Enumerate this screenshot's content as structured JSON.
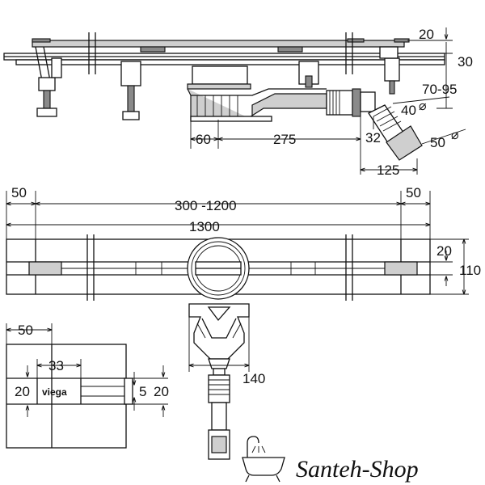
{
  "dimensions": {
    "side_view": {
      "d20": "20",
      "d30": "30",
      "d70_95": "70-95",
      "d40": "40",
      "d50": "50",
      "d32": "32",
      "d60": "60",
      "d275": "275",
      "d125": "125"
    },
    "top_view": {
      "d50_left": "50",
      "d50_right": "50",
      "d300_1200": "300 -1200",
      "d1300": "1300",
      "d20": "20",
      "d110": "110",
      "d140": "140"
    },
    "detail_view": {
      "d50": "50",
      "d33": "33",
      "d20_left": "20",
      "d5": "5",
      "d20_right": "20"
    }
  },
  "brand": {
    "label": "viega"
  },
  "logo": {
    "text": "Santeh-Shop"
  },
  "symbols": {
    "diameter": "⌀"
  }
}
